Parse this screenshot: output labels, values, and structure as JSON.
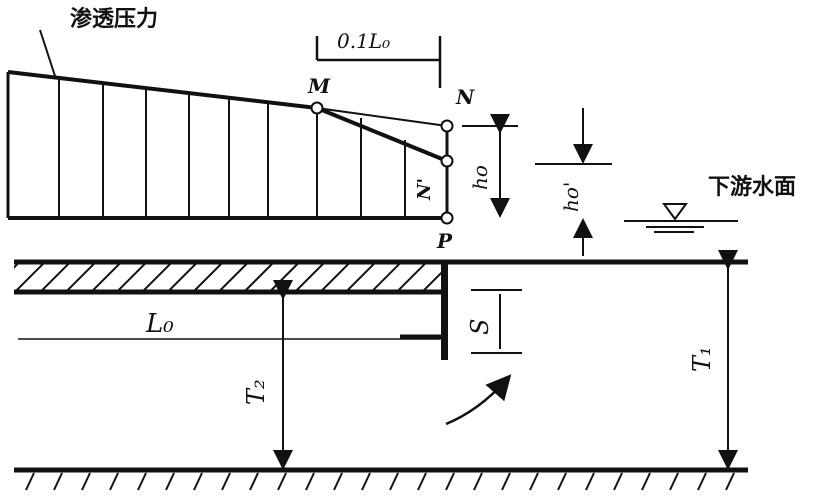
{
  "diagram": {
    "title": "",
    "labels": {
      "seepage_pressure": "渗透压力",
      "tenth_length": "0.1L₀",
      "point_m": "M",
      "point_n": "N",
      "point_n_prime": "N'",
      "point_p": "P",
      "head_ho": "ho",
      "head_ho_prime": "ho'",
      "downstream_water": "下游水面",
      "length_l0": "L₀",
      "depth_s": "S",
      "depth_t2": "T₂",
      "depth_t1": "T₁"
    }
  }
}
